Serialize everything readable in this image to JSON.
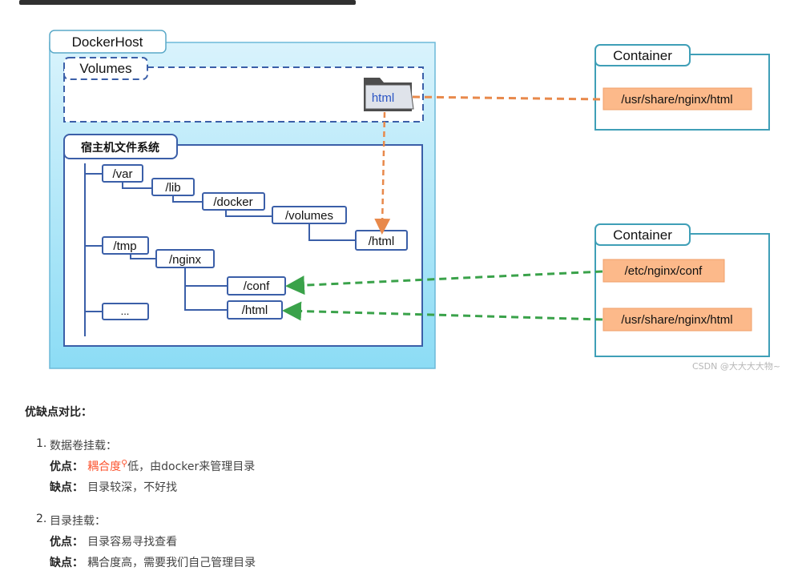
{
  "diagram": {
    "host_title": "DockerHost",
    "volumes_title": "Volumes",
    "volume_folder": "html",
    "fs_title": "宿主机文件系统",
    "tree": {
      "var": "/var",
      "lib": "/lib",
      "docker": "/docker",
      "volumes": "/volumes",
      "html_vol": "/html",
      "tmp": "/tmp",
      "nginx": "/nginx",
      "conf": "/conf",
      "html_tmp": "/html",
      "ellipsis": "..."
    },
    "container1": {
      "title": "Container",
      "path": "/usr/share/nginx/html"
    },
    "container2": {
      "title": "Container",
      "path_conf": "/etc/nginx/conf",
      "path_html": "/usr/share/nginx/html"
    }
  },
  "watermark": "CSDN @大大大大物~",
  "comparison": {
    "heading": "优缺点对比：",
    "items": [
      {
        "number": "1.",
        "title": "数据卷挂载：",
        "pros_label": "优点：",
        "pros_link": "耦合度",
        "pros_rest": "低，由docker来管理目录",
        "cons_label": "缺点：",
        "cons_text": "目录较深，不好找"
      },
      {
        "number": "2.",
        "title": "目录挂载：",
        "pros_label": "优点：",
        "pros_text": "目录容易寻找查看",
        "cons_label": "缺点：",
        "cons_text": "耦合度高，需要我们自己管理目录"
      }
    ]
  },
  "colors": {
    "host_fill": "#c8ecfa",
    "host_border": "#6cb9d8",
    "tree_blue": "#3b5fa8",
    "orange": "#e8894b",
    "orange_box": "#fcb98a",
    "green": "#3aa24a",
    "container_border": "#3f9fb7",
    "link": "#fc5531"
  }
}
